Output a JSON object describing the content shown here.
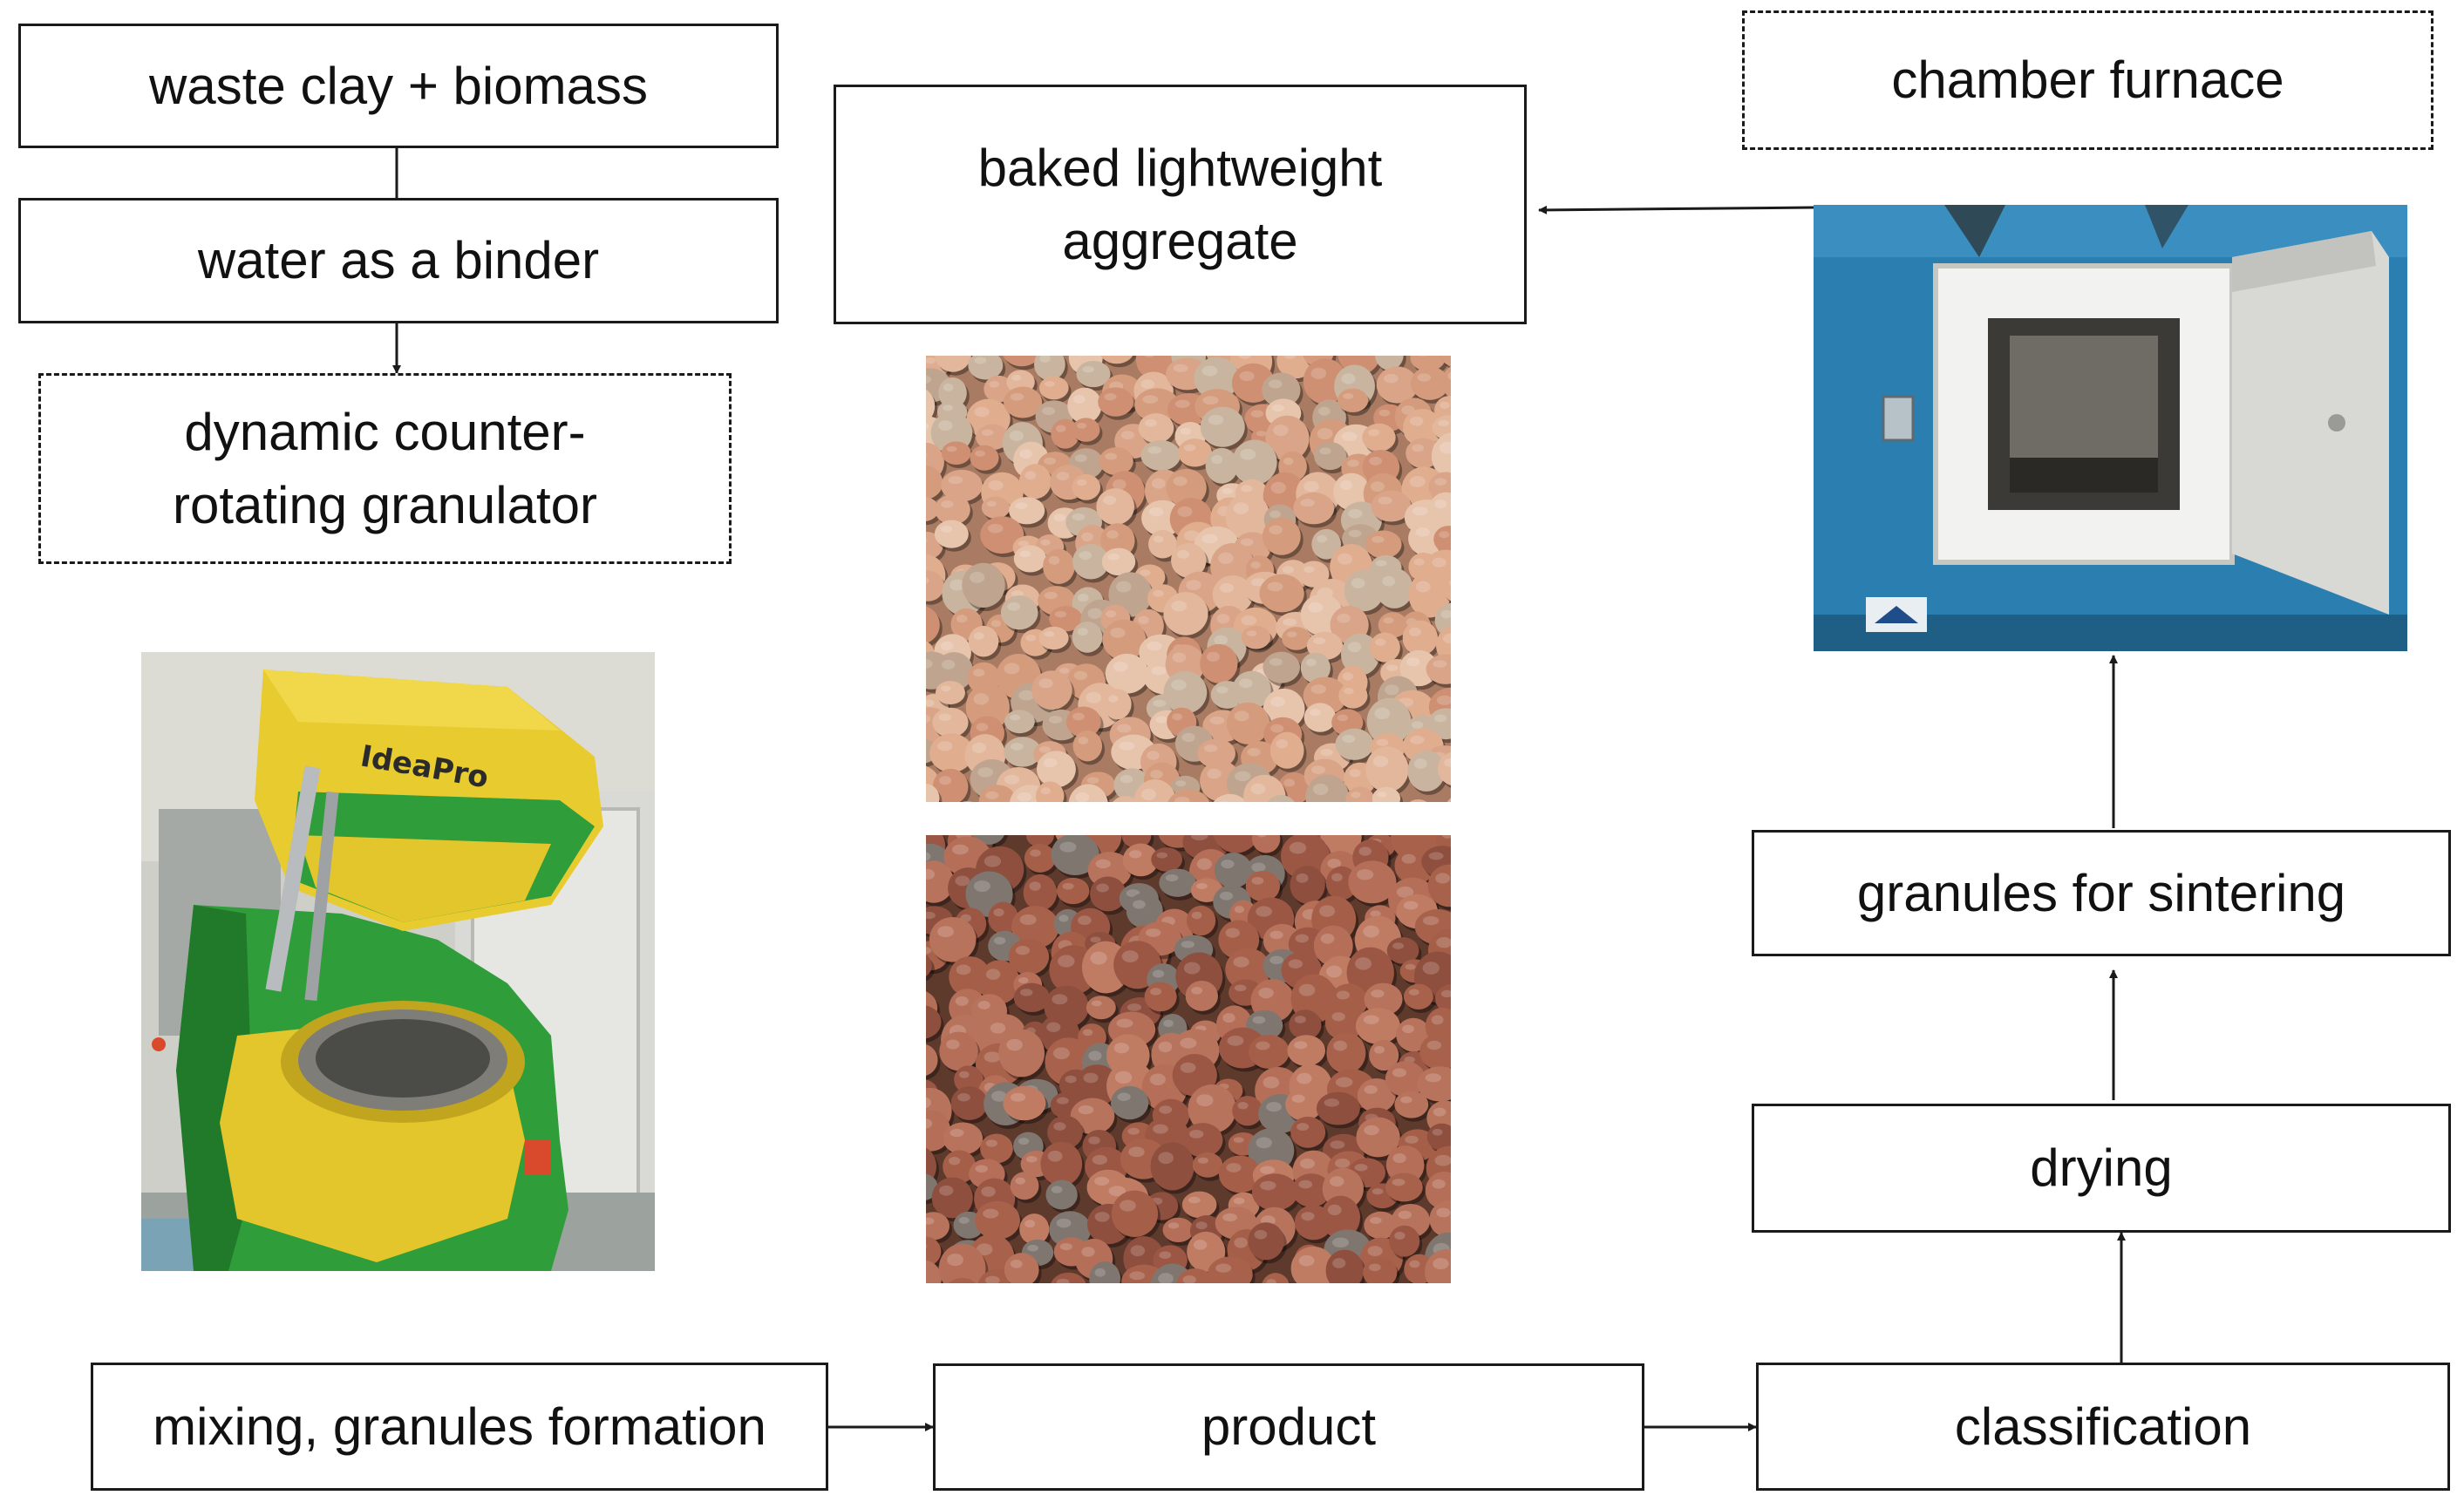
{
  "diagram": {
    "boxes": {
      "waste_clay": "waste clay + biomass",
      "water_binder": "water as a binder",
      "granulator": "dynamic counter-\nrotating granulator",
      "baked_aggregate": "baked lightweight\naggregate",
      "chamber_furnace": "chamber furnace",
      "granules_sintering": "granules for sintering",
      "drying": "drying",
      "mixing": "mixing, granules formation",
      "product": "product",
      "classification": "classification"
    },
    "photos": {
      "granulator_machine": {
        "brand_text": "IdeaPro"
      },
      "baked_aggregate_photo": {},
      "raw_granules_photo": {},
      "furnace_photo": {}
    }
  }
}
